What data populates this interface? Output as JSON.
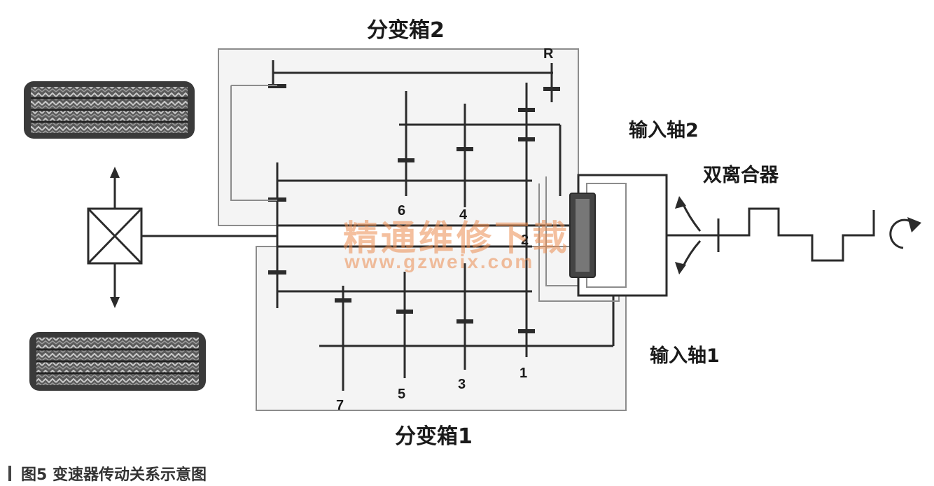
{
  "labels": {
    "box2": "分变箱2",
    "box1": "分变箱1",
    "input_shaft_2": "输入轴2",
    "input_shaft_1": "输入轴1",
    "dual_clutch": "双离合器",
    "gear_r": "R",
    "gear_6": "6",
    "gear_4": "4",
    "gear_2": "2",
    "gear_1": "1",
    "gear_3": "3",
    "gear_5": "5",
    "gear_7": "7"
  },
  "watermark": {
    "line1": "精通维修下载",
    "line2": "www.gzweix.com"
  },
  "caption": "图5  变速器传动关系示意图",
  "colors": {
    "line": "#2b2b2b",
    "box_border": "#8c8c8c",
    "box_fill": "#f4f4f4",
    "watermark": "#eb8c50"
  }
}
